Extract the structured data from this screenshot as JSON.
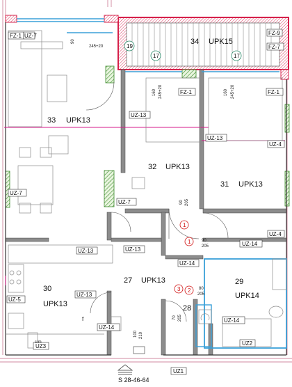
{
  "rooms": [
    {
      "num": "34",
      "code": "UPK15"
    },
    {
      "num": "33",
      "code": "UPK13"
    },
    {
      "num": "32",
      "code": "UPK13"
    },
    {
      "num": "31",
      "code": "UPK13"
    },
    {
      "num": "30",
      "code": "UPK13"
    },
    {
      "num": "27",
      "code": "UPK13"
    },
    {
      "num": "29",
      "code": "UPK14"
    },
    {
      "num": "28",
      "code": ""
    }
  ],
  "tags": {
    "fz1_top": "FZ-1",
    "uz7_top": "UZ-7",
    "fz9": "FZ-9",
    "fz7": "FZ-7",
    "fz1_mid": "FZ-1",
    "fz1_right": "FZ-1",
    "uz13_a": "UZ-13",
    "uz13_b": "UZ-13",
    "uz4_a": "UZ-4",
    "uz7_left": "UZ-7",
    "uz7_mid": "UZ-7",
    "uz4_b": "UZ-4",
    "uz14_a": "UZ-14",
    "uz13_c": "UZ-13",
    "uz13_d": "UZ-13",
    "uz14_b": "UZ-14",
    "uz5": "UZ-5",
    "uz13_e": "UZ-13",
    "uz14_c": "UZ-14",
    "uz14_d": "UZ-14",
    "uz3": "UZ3",
    "uz2": "UZ2",
    "uz1": "UZ1"
  },
  "markers": {
    "c19": "19",
    "c17a": "17",
    "c17b": "17",
    "c1a": "1",
    "c1b": "1",
    "c3": "3",
    "c2": "2"
  },
  "dims": {
    "d1_top": "90",
    "d1_bot": "245+20",
    "d2_top": "160",
    "d2_bot": "245+20",
    "d3_top": "160",
    "d3_bot": "245+20",
    "d4_top": "90",
    "d4_bot": "205",
    "d5_top": "90",
    "d5_bot": "205",
    "d6_top": "80",
    "d6_bot": "205",
    "d7_top": "70",
    "d7_bot": "205",
    "d8_top": "100",
    "d8_bot": "210"
  },
  "labels": {
    "stair_tag": "S 28-46-64",
    "f_mark": "f",
    "sm_mark": "s/m"
  }
}
